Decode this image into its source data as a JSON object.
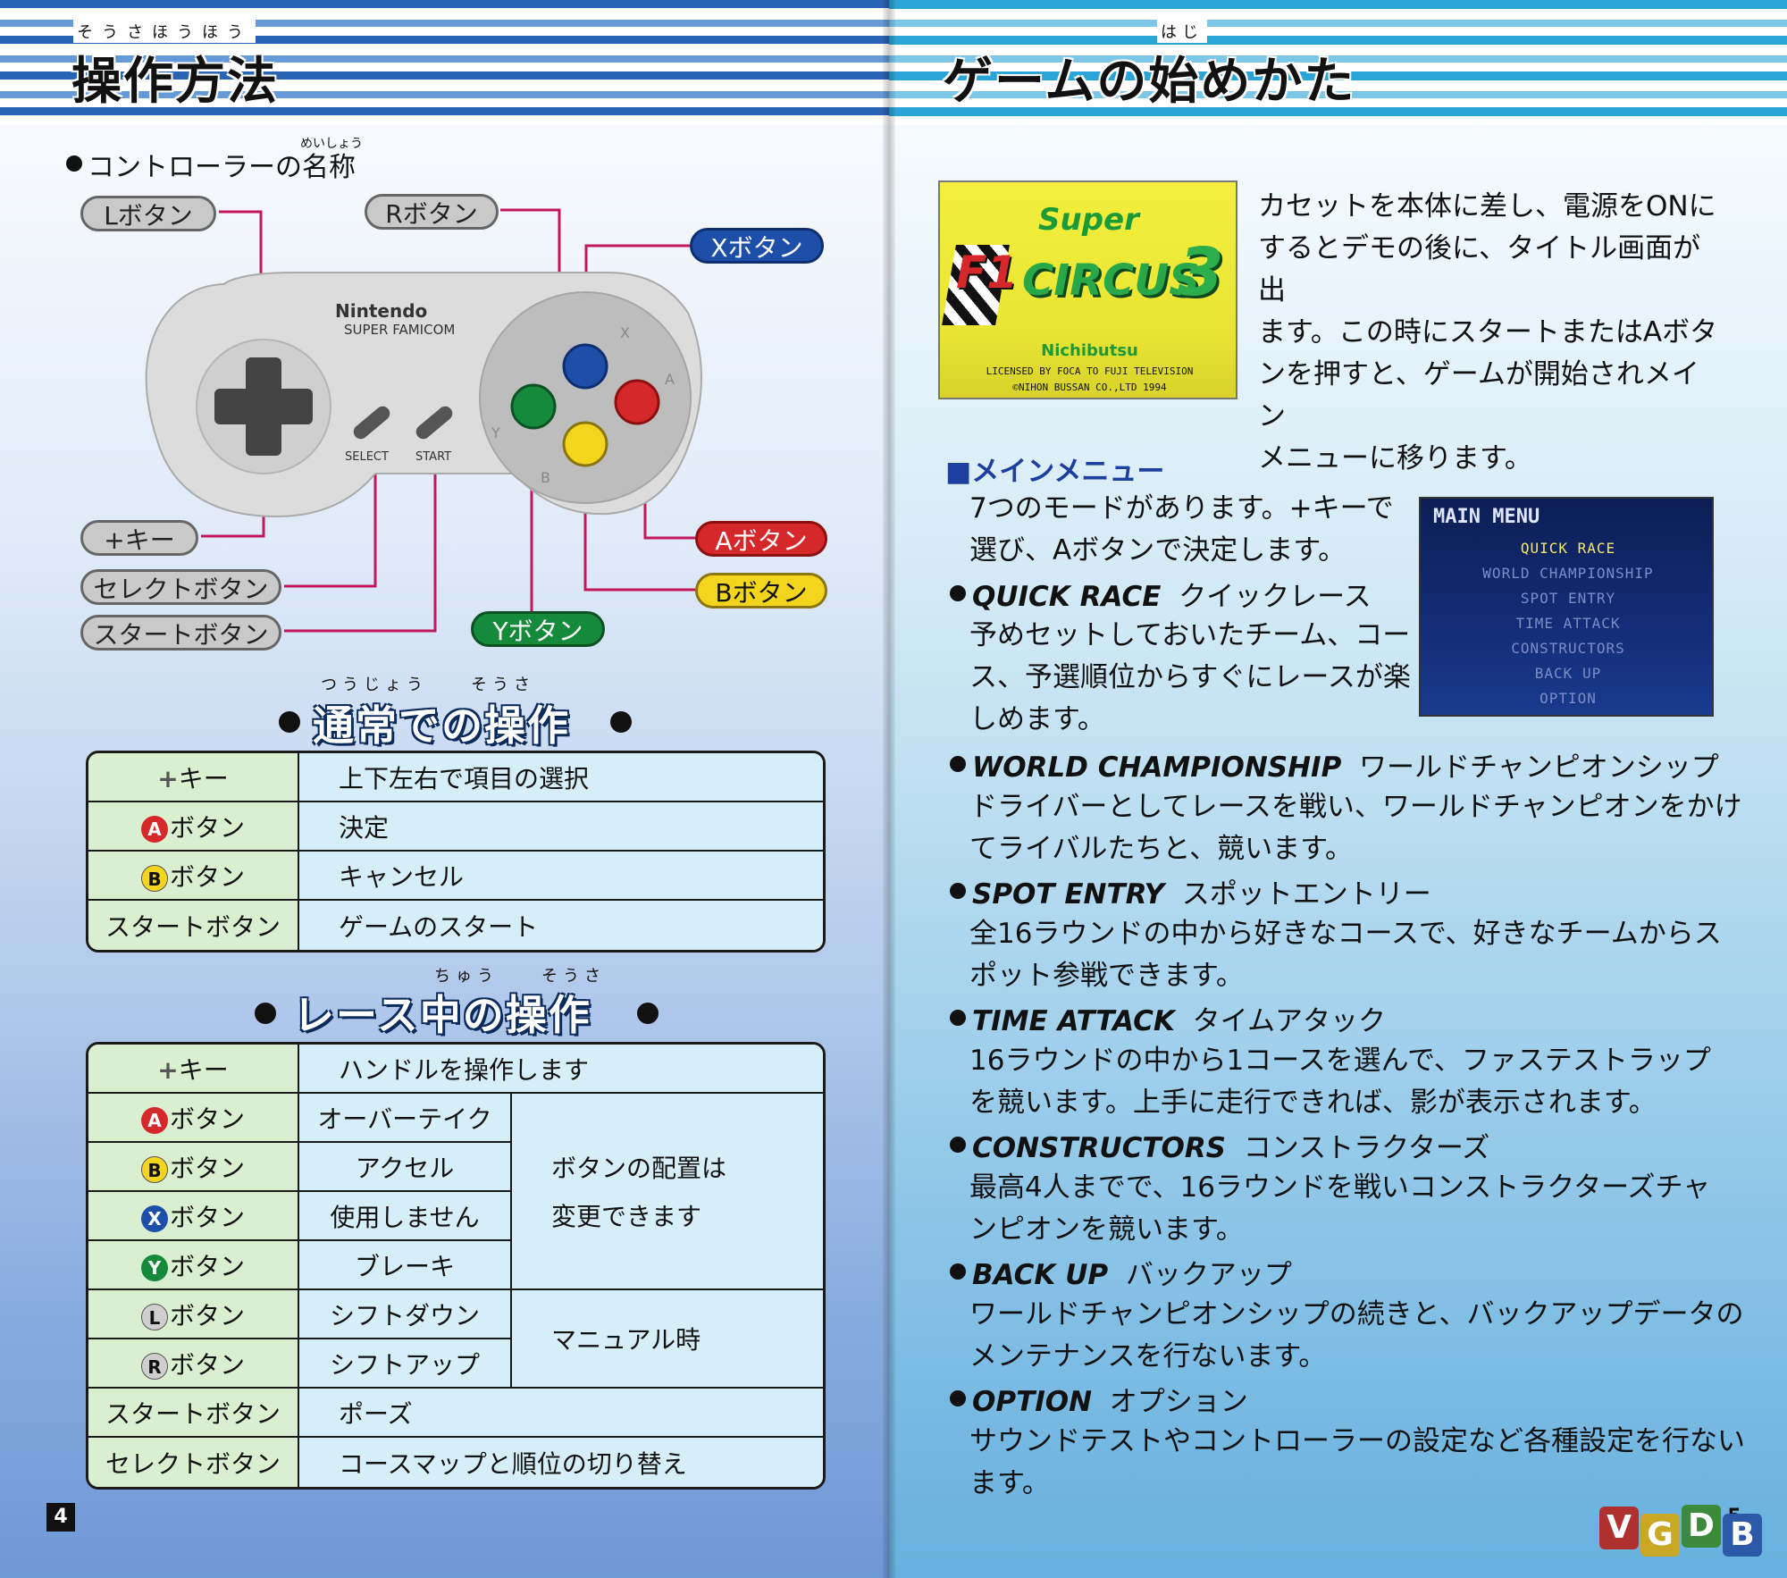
{
  "left_page": {
    "title": "操作方法",
    "title_ruby": "そうさほうほう",
    "controller_heading": "コントローラーの名称",
    "controller_heading_ruby": "めいしょう",
    "controller_brand": "Nintendo",
    "controller_model": "SUPER FAMICOM",
    "controller_select": "SELECT",
    "controller_start": "START",
    "face_x": "X",
    "face_a": "A",
    "face_y": "Y",
    "face_b": "B",
    "labels": {
      "l_button": "Lボタン",
      "r_button": "Rボタン",
      "x_button": "Xボタン",
      "plus_key": "+キー",
      "select_button": "セレクトボタン",
      "start_button": "スタートボタン",
      "a_button": "Aボタン",
      "b_button": "Bボタン",
      "y_button": "Yボタン"
    },
    "normal_title": "通常での操作",
    "normal_title_ruby": "つうじょう　　そうさ",
    "normal_rows": [
      {
        "key_icon": "+",
        "key": "キー",
        "action": "上下左右で項目の選択"
      },
      {
        "key_icon": "A",
        "key": "ボタン",
        "action": "決定"
      },
      {
        "key_icon": "B",
        "key": "ボタン",
        "action": "キャンセル"
      },
      {
        "key_icon": "",
        "key": "スタートボタン",
        "action": "ゲームのスタート"
      }
    ],
    "race_title": "レース中の操作",
    "race_title_ruby": "ちゅう　　そうさ",
    "race_rows": [
      {
        "key_icon": "+",
        "key": "キー",
        "action": "ハンドルを操作します"
      },
      {
        "key_icon": "A",
        "key": "ボタン",
        "action": "オーバーテイク"
      },
      {
        "key_icon": "B",
        "key": "ボタン",
        "action": "アクセル"
      },
      {
        "key_icon": "X",
        "key": "ボタン",
        "action": "使用しません"
      },
      {
        "key_icon": "Y",
        "key": "ボタン",
        "action": "ブレーキ"
      },
      {
        "key_icon": "L",
        "key": "ボタン",
        "action": "シフトダウン"
      },
      {
        "key_icon": "R",
        "key": "ボタン",
        "action": "シフトアップ"
      },
      {
        "key_icon": "",
        "key": "スタートボタン",
        "action": "ポーズ"
      },
      {
        "key_icon": "",
        "key": "セレクトボタン",
        "action": "コースマップと順位の切り替え"
      }
    ],
    "race_note_swap_1": "ボタンの配置は",
    "race_note_swap_2": "変更できます",
    "race_note_manual": "マニュアル時",
    "page_number": "4"
  },
  "right_page": {
    "title": "ゲームの始めかた",
    "title_ruby": "はじ",
    "title_screen": {
      "super": "Super",
      "f1": "F1",
      "circus": "CIRCUS",
      "num": "3",
      "publisher": "Nichibutsu",
      "license": "LICENSED BY FOCA TO FUJI TELEVISION",
      "copyright": "©NIHON BUSSAN CO.,LTD 1994"
    },
    "intro_lines": [
      "カセットを本体に差し、電源をONに",
      "するとデモの後に、タイトル画面が出",
      "ます。この時にスタートまたはAボタ",
      "ンを押すと、ゲームが開始されメイン",
      "メニューに移ります。"
    ],
    "main_menu_heading": "■メインメニュー",
    "menu_intro_1": "7つのモードがあります。+キーで",
    "menu_intro_2": "選び、Aボタンで決定します。",
    "menu_screen": {
      "title": "MAIN MENU",
      "items": [
        "QUICK RACE",
        "WORLD CHAMPIONSHIP",
        "SPOT ENTRY",
        "TIME ATTACK",
        "CONSTRUCTORS",
        "BACK UP",
        "OPTION"
      ]
    },
    "modes": [
      {
        "name": "QUICK RACE",
        "kana": "クイックレース",
        "desc": [
          "予めセットしておいたチーム、コー",
          "ス、予選順位からすぐにレースが楽",
          "しめます。"
        ]
      },
      {
        "name": "WORLD CHAMPIONSHIP",
        "kana": "ワールドチャンピオンシップ",
        "desc": [
          "ドライバーとしてレースを戦い、ワールドチャンピオンをかけ",
          "てライバルたちと、競います。"
        ]
      },
      {
        "name": "SPOT ENTRY",
        "kana": "スポットエントリー",
        "desc": [
          "全16ラウンドの中から好きなコースで、好きなチームからス",
          "ポット参戦できます。"
        ]
      },
      {
        "name": "TIME ATTACK",
        "kana": "タイムアタック",
        "desc": [
          "16ラウンドの中から1コースを選んで、ファステストラップ",
          "を競います。上手に走行できれば、影が表示されます。"
        ]
      },
      {
        "name": "CONSTRUCTORS",
        "kana": "コンストラクターズ",
        "desc": [
          "最高4人までで、16ラウンドを戦いコンストラクターズチャ",
          "ンピオンを競います。"
        ]
      },
      {
        "name": "BACK UP",
        "kana": "バックアップ",
        "desc": [
          "ワールドチャンピオンシップの続きと、バックアップデータの",
          "メンテナンスを行ないます。"
        ]
      },
      {
        "name": "OPTION",
        "kana": "オプション",
        "desc": [
          "サウンドテストやコントローラーの設定など各種設定を行ない",
          "ます。"
        ]
      }
    ],
    "page_number": "5"
  },
  "watermark": {
    "letters": [
      "V",
      "G",
      "D",
      "B"
    ]
  },
  "colors": {
    "a_red": "#d4282a",
    "b_yellow": "#f3d51e",
    "x_blue": "#1d4fa8",
    "y_green": "#168a3b",
    "heading_blue": "#1d3fa0"
  }
}
